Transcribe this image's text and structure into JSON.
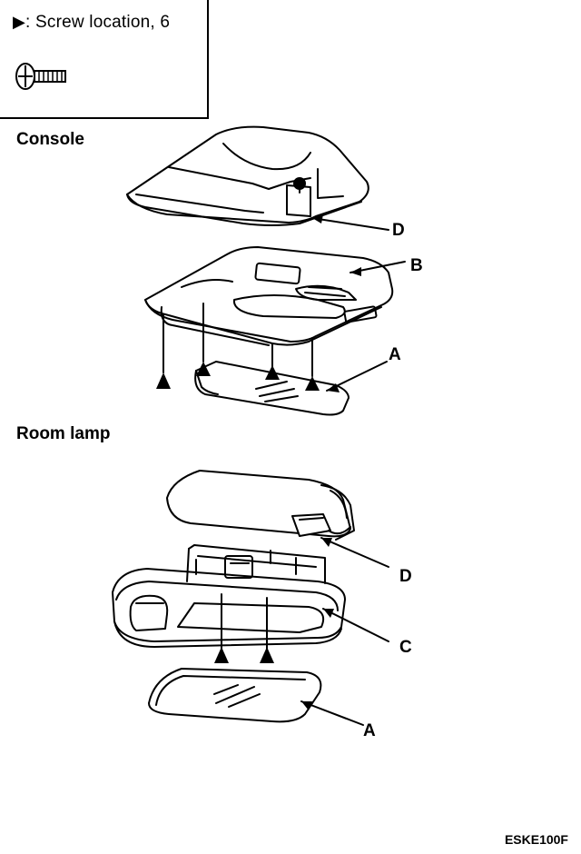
{
  "legend": {
    "marker": "▶",
    "text": ": Screw location, 6",
    "icon": "screw-icon"
  },
  "sections": {
    "console": {
      "title": "Console"
    },
    "room_lamp": {
      "title": "Room lamp"
    }
  },
  "callouts": {
    "console_d": "D",
    "console_b": "B",
    "console_a": "A",
    "lamp_d": "D",
    "lamp_c": "C",
    "lamp_a": "A"
  },
  "reference_code": "ESKE100F"
}
